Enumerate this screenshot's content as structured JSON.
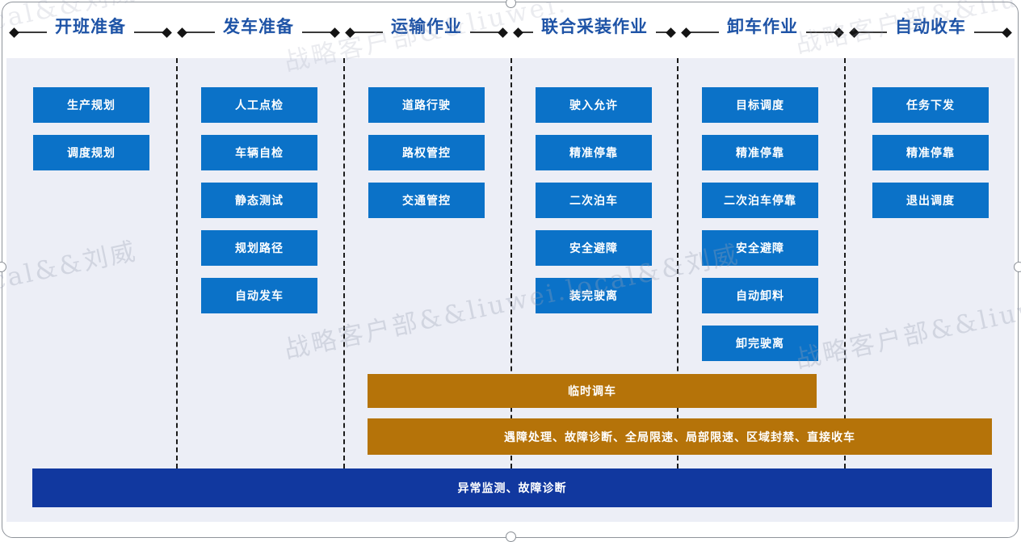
{
  "phases": [
    {
      "title": "开班准备",
      "steps": [
        "生产规划",
        "调度规划"
      ]
    },
    {
      "title": "发车准备",
      "steps": [
        "人工点检",
        "车辆自检",
        "静态测试",
        "规划路径",
        "自动发车"
      ]
    },
    {
      "title": "运输作业",
      "steps": [
        "道路行驶",
        "路权管控",
        "交通管控"
      ]
    },
    {
      "title": "联合采装作业",
      "steps": [
        "驶入允许",
        "精准停靠",
        "二次泊车",
        "安全避障",
        "装完驶离"
      ]
    },
    {
      "title": "卸车作业",
      "steps": [
        "目标调度",
        "精准停靠",
        "二次泊车停靠",
        "安全避障",
        "自动卸料",
        "卸完驶离"
      ]
    },
    {
      "title": "自动收车",
      "steps": [
        "任务下发",
        "精准停靠",
        "退出调度"
      ]
    }
  ],
  "overlays": {
    "temporary_shunting": "临时调车",
    "exception_handling": "遇障处理、故障诊断、全局限速、局部限速、区域封禁、直接收车",
    "monitoring": "异常监测、故障诊断"
  },
  "watermark": {
    "items": [
      {
        "text": "local&&刘威"
      },
      {
        "text": "战略客户部&&liuwei."
      },
      {
        "text": "战略客户部&&liuwei"
      },
      {
        "text": "local&&刘威"
      },
      {
        "text": "战略客户部&&liuwei.local&&刘威"
      },
      {
        "text": "战略客户部&&liuwei"
      }
    ]
  },
  "colors": {
    "step_box_blue": "#0b72c8",
    "overlay_orange": "#b57309",
    "overlay_navy": "#11389f",
    "phase_title_blue": "#1e53a6",
    "content_background": "#eceef6",
    "separator_black": "#1b1b1b"
  }
}
